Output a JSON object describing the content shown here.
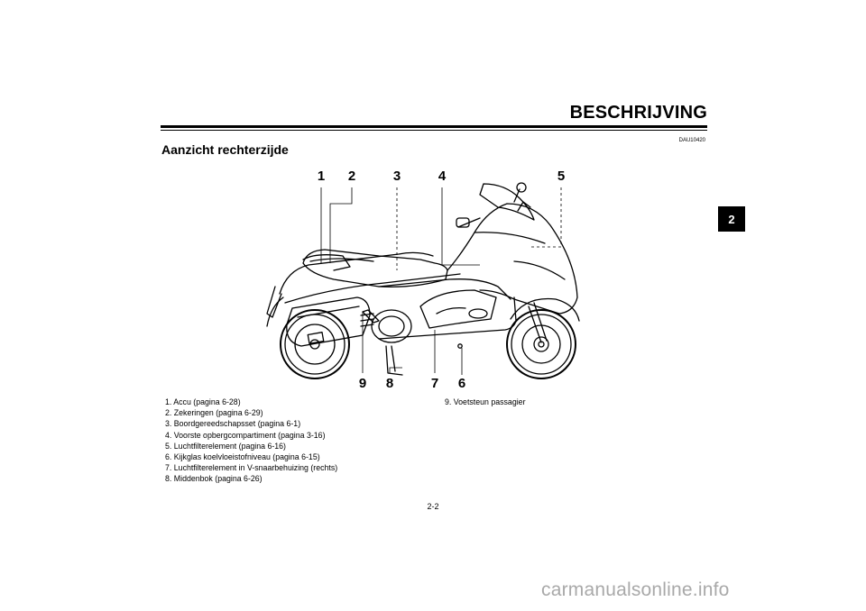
{
  "header": {
    "title": "BESCHRIJVING",
    "chapter_tab": "2"
  },
  "doc_code": "DAU10420",
  "subheading": "Aanzicht rechterzijde",
  "figure": {
    "subject": "scooter-right-side-view",
    "callouts": [
      "1",
      "2",
      "3",
      "4",
      "5",
      "6",
      "7",
      "8",
      "9"
    ]
  },
  "legend": {
    "column1": [
      "1. Accu (pagina 6-28)",
      "2. Zekeringen (pagina 6-29)",
      "3. Boordgereedschapsset (pagina 6-1)",
      "4. Voorste opbergcompartiment (pagina 3-16)",
      "5. Luchtfilterelement (pagina 6-16)",
      "6. Kijkglas koelvloeistofniveau (pagina 6-15)",
      "7. Luchtfilterelement in V-snaarbehuizing (rechts)",
      "8. Middenbok (pagina 6-26)"
    ],
    "column2": [
      "9. Voetsteun passagier"
    ]
  },
  "page_number": "2-2",
  "watermark": "carmanualsonline.info"
}
